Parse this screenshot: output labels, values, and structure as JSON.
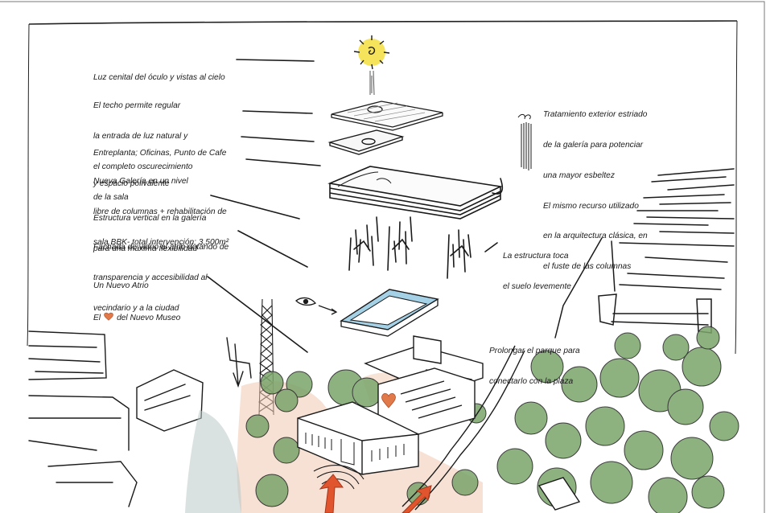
{
  "annotations": {
    "oculus": [
      "Luz cenital del óculo y vistas al cielo"
    ],
    "roof": [
      "El techo permite regular",
      "la entrada de luz natural y",
      "el completo oscurecimiento",
      "de la sala"
    ],
    "mezzanine": [
      "Entreplanta; Oficinas, Punto de Cafe",
      "y espacio polivalente"
    ],
    "gallery": [
      "Nueva Galería en un nivel",
      "libre de columnas + rehabilitación de",
      "sala BBK- total intervención: 3,500m²"
    ],
    "structure": [
      "Estructura vertical en la galería",
      "para una máxima flexibilidad"
    ],
    "facade": [
      "Fachada de vidrio al atrio dotando de",
      "transparencia y accesibilidad al",
      "vecindario y a la ciudad"
    ],
    "atrium_line1": "Un Nuevo Atrio",
    "atrium_line2_before": "El",
    "atrium_line2_after": "del Nuevo Museo",
    "exterior": [
      "Tratamiento exterior estriado",
      "de la galería para potenciar",
      "una mayor esbeltez",
      "El mismo recurso utilizado",
      "en la arquitectura clásica, en",
      "el fuste de las columnas"
    ],
    "touch": [
      "La estructura toca",
      "el suelo levemente"
    ],
    "park": [
      "Prolongar el parque para",
      "conectarlo con la plaza"
    ]
  },
  "colors": {
    "ink": "#1a1a1a",
    "sun": "#f4e04a",
    "glass": "#8fc6e0",
    "heart": "#e07a4a",
    "trees": "#6a9a5a",
    "ground": "#e9b79a",
    "arrow": "#e0552e"
  }
}
